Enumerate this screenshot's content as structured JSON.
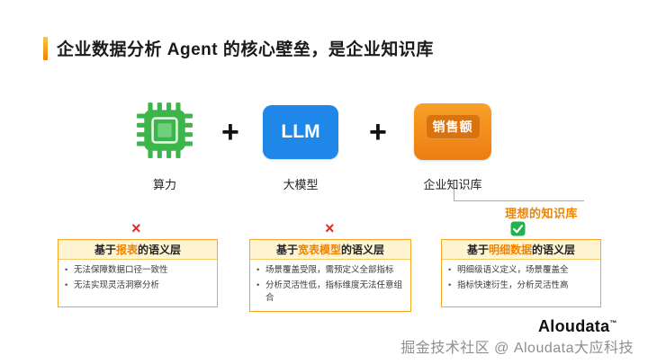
{
  "title": "企业数据分析 Agent 的核心壁垒，是企业知识库",
  "formula": {
    "plus": "+",
    "items": [
      {
        "label": "算力",
        "icon": "cpu-chip-icon"
      },
      {
        "label": "大模型",
        "box_text": "LLM",
        "icon": "llm-icon"
      },
      {
        "label": "企业知识库",
        "box_text": "销售额",
        "icon": "knowledge-base-icon"
      }
    ]
  },
  "ideal": {
    "label": "理想的知识库"
  },
  "marks": {
    "cross": "×",
    "check_icon": "green-check-icon"
  },
  "boxes": [
    {
      "prefix": "基于",
      "highlight": "报表",
      "suffix": "的语义层",
      "verdict": "rejected",
      "bullets": [
        "无法保障数据口径一致性",
        "无法实现灵活洞察分析"
      ]
    },
    {
      "prefix": "基于",
      "highlight": "宽表模型",
      "suffix": "的语义层",
      "verdict": "rejected",
      "bullets": [
        "场景覆盖受限，需预定义全部指标",
        "分析灵活性低，指标维度无法任意组合"
      ]
    },
    {
      "prefix": "基于",
      "highlight": "明细数据",
      "suffix": "的语义层",
      "verdict": "accepted",
      "bullets": [
        "明细级语义定义，场景覆盖全",
        "指标快速衍生，分析灵活性高"
      ]
    }
  ],
  "footer": {
    "logo": "Aloudata",
    "tm": "™",
    "watermark": "掘金技术社区 @ Aloudata大应科技"
  },
  "colors": {
    "accent_orange": "#F08300",
    "box_border": "#F5A623",
    "chip_green": "#3CB54A",
    "llm_blue": "#1F87E8",
    "kb_orange": "#ED7D11",
    "cross_red": "#E02B2B",
    "check_green": "#22B14C"
  }
}
